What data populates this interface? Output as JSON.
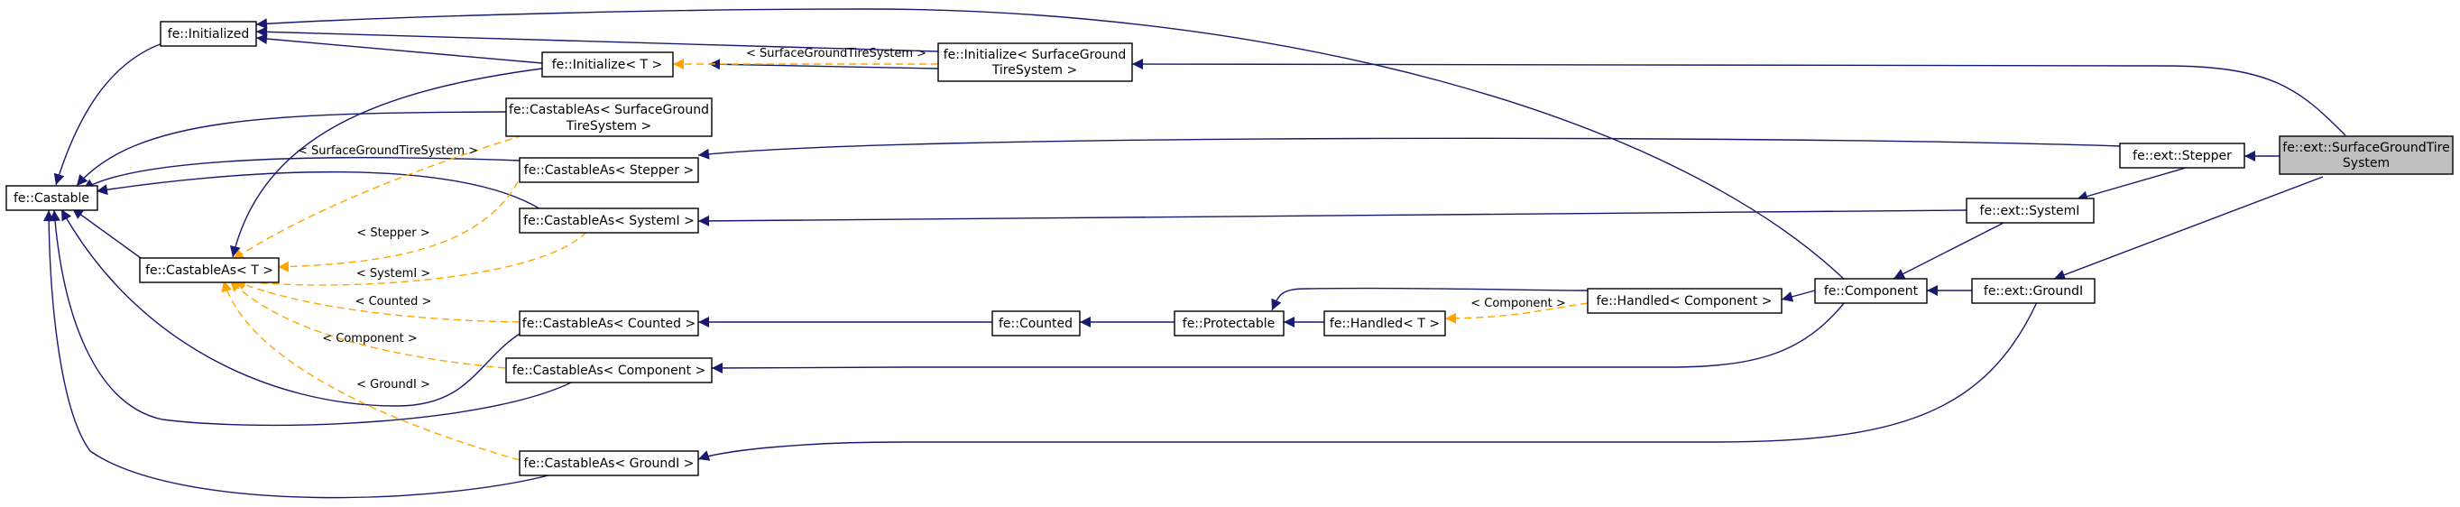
{
  "colors": {
    "inheritance_edge": "#191970",
    "template_edge": "#ffa500",
    "node_border": "#000000",
    "node_fill": "#ffffff",
    "current_node_fill": "#bfbfbf"
  },
  "nodes": {
    "initialized": {
      "lines": [
        "fe::Initialized"
      ]
    },
    "castable": {
      "lines": [
        "fe::Castable"
      ]
    },
    "initialize_t": {
      "lines": [
        "fe::Initialize< T >"
      ]
    },
    "castableas_t": {
      "lines": [
        "fe::CastableAs< T >"
      ]
    },
    "initialize_sgts": {
      "lines": [
        "fe::Initialize< SurfaceGround",
        "TireSystem >"
      ]
    },
    "castableas_sgts": {
      "lines": [
        "fe::CastableAs< SurfaceGround",
        "TireSystem >"
      ]
    },
    "castableas_stepper": {
      "lines": [
        "fe::CastableAs< Stepper >"
      ]
    },
    "castableas_systemi": {
      "lines": [
        "fe::CastableAs< SystemI >"
      ]
    },
    "castableas_counted": {
      "lines": [
        "fe::CastableAs< Counted >"
      ]
    },
    "castableas_component": {
      "lines": [
        "fe::CastableAs< Component >"
      ]
    },
    "castableas_groundi": {
      "lines": [
        "fe::CastableAs< GroundI >"
      ]
    },
    "counted": {
      "lines": [
        "fe::Counted"
      ]
    },
    "protectable": {
      "lines": [
        "fe::Protectable"
      ]
    },
    "handled_t": {
      "lines": [
        "fe::Handled< T >"
      ]
    },
    "handled_component": {
      "lines": [
        "fe::Handled< Component >"
      ]
    },
    "component": {
      "lines": [
        "fe::Component"
      ]
    },
    "systemi": {
      "lines": [
        "fe::ext::SystemI"
      ]
    },
    "groundi": {
      "lines": [
        "fe::ext::GroundI"
      ]
    },
    "stepper": {
      "lines": [
        "fe::ext::Stepper"
      ]
    },
    "sgts": {
      "lines": [
        "fe::ext::SurfaceGroundTire",
        "System"
      ]
    }
  },
  "edge_labels": {
    "sgts_initialize": "< SurfaceGroundTireSystem >",
    "sgts_castableas": "< SurfaceGroundTireSystem >",
    "stepper": "< Stepper >",
    "systemi": "< SystemI >",
    "counted": "< Counted >",
    "component_castableas": "< Component >",
    "groundi": "< GroundI >",
    "component_handled": "< Component >"
  }
}
